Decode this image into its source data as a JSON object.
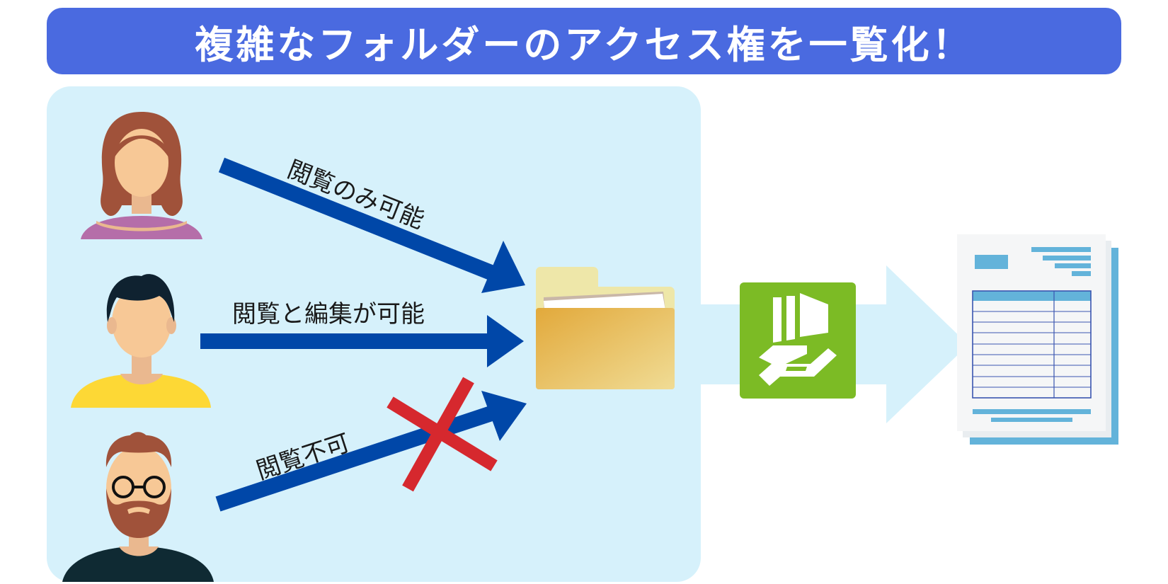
{
  "title": "複雑なフォルダーのアクセス権を一覧化！",
  "users": [
    {
      "avatar": "woman-avatar",
      "permission": "閲覧のみ可能",
      "access": "read-only"
    },
    {
      "avatar": "man-avatar",
      "permission": "閲覧と編集が可能",
      "access": "read-write"
    },
    {
      "avatar": "bearded-man-avatar",
      "permission": "閲覧不可",
      "access": "denied"
    }
  ],
  "colors": {
    "banner": "#4a6ae0",
    "panel": "#d6f1fb",
    "arrow": "#0047a8",
    "cross": "#d6282e",
    "flow_arrow": "#d6f1fb",
    "logo_bg": "#7cbb25",
    "report_accent": "#63b3da"
  },
  "icons": {
    "folder": "folder-icon",
    "app_logo": "hand-logo-icon",
    "report": "report-document-icon"
  }
}
